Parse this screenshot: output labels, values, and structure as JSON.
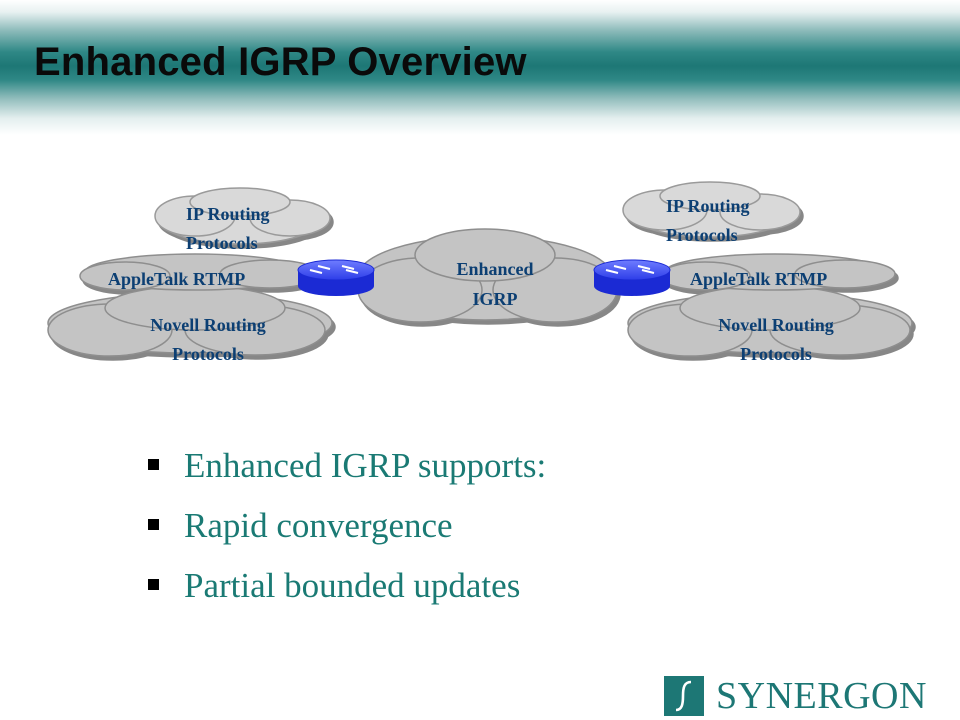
{
  "title": "Enhanced IGRP Overview",
  "diagram": {
    "center_cloud": [
      "Enhanced",
      "IGRP"
    ],
    "left": {
      "ip": [
        "IP Routing",
        "Protocols"
      ],
      "appletalk": "AppleTalk RTMP",
      "novell": [
        "Novell Routing",
        "Protocols"
      ]
    },
    "right": {
      "ip": [
        "IP Routing",
        "Protocols"
      ],
      "appletalk": "AppleTalk RTMP",
      "novell": [
        "Novell Routing",
        "Protocols"
      ]
    },
    "icons": [
      "router-icon",
      "router-icon"
    ]
  },
  "bullets": [
    {
      "text": "Enhanced IGRP supports:"
    },
    {
      "text": "Rapid convergence"
    },
    {
      "text": "Partial bounded updates"
    }
  ],
  "logo": {
    "text": "SYNERGON"
  },
  "colors": {
    "accent": "#1d7775",
    "bullet_text": "#1a7a74",
    "cloud_fill": "#bfbfbf",
    "cloud_stroke": "#8c8c8c",
    "router": "#2e3ff0",
    "diagram_text": "#0c3f73"
  }
}
